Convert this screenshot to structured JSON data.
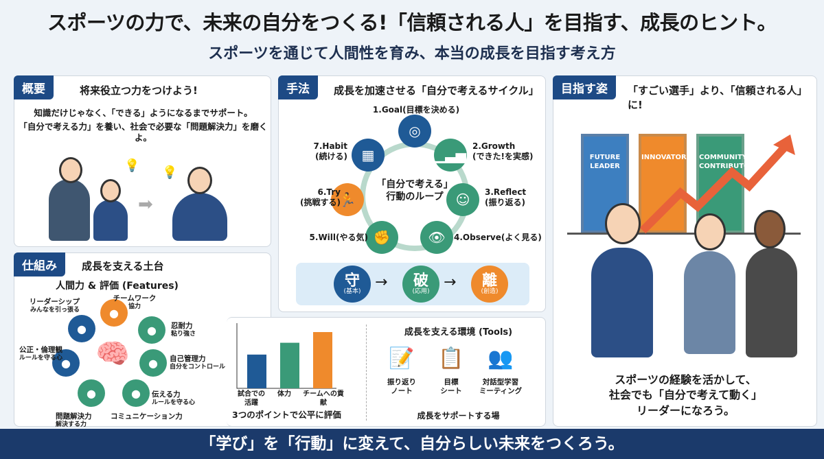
{
  "header": {
    "title": "スポーツの力で、未来の自分をつくる!「信頼される人」を目指す、成長のヒント。",
    "subtitle": "スポーツを通じて人間性を育み、本当の成長を目指す考え方"
  },
  "overview": {
    "tag": "概要",
    "title": "将来役立つ力をつけよう!",
    "line1": "知識だけじゃなく、「できる」ようになるまでサポート。",
    "line2": "「自分で考える力」を養い、社会で必要な「問題解決力」を磨くよ。"
  },
  "method": {
    "tag": "手法",
    "title": "成長を加速させる「自分で考えるサイクル」",
    "center": "「自分で考える」\n行動のループ",
    "steps": [
      {
        "label": "1.Goal(目標を決める)",
        "icon": "target-icon",
        "color": "#1f5a96"
      },
      {
        "label": "2.Growth\n(できた!を実感)",
        "icon": "bar-growth-icon",
        "color": "#3a9a78"
      },
      {
        "label": "3.Reflect\n(振り返る)",
        "icon": "head-icon",
        "color": "#3a9a78"
      },
      {
        "label": "4.Observe(よく見る)",
        "icon": "eye-icon",
        "color": "#3a9a78"
      },
      {
        "label": "5.Will(やる気)",
        "icon": "fist-icon",
        "color": "#3a9a78"
      },
      {
        "label": "6.Try\n(挑戦する)",
        "icon": "runner-icon",
        "color": "#ef8a2c"
      },
      {
        "label": "7.Habit\n(続ける)",
        "icon": "calendar-icon",
        "color": "#1f5a96"
      }
    ],
    "shuhari": [
      {
        "kanji": "守",
        "sub": "(基本)"
      },
      {
        "kanji": "破",
        "sub": "(応用)"
      },
      {
        "kanji": "離",
        "sub": "(創造)"
      }
    ]
  },
  "mechanism": {
    "tag": "仕組み",
    "title": "成長を支える土台",
    "subtitle": "人間力 & 評価 (Features)",
    "features": [
      {
        "label": "チームワーク",
        "sub": "協力"
      },
      {
        "label": "忍耐力",
        "sub": "粘り強さ"
      },
      {
        "label": "自己管理力",
        "sub": "自分をコントロール"
      },
      {
        "label": "伝える力",
        "sub": "ルールを守る心"
      },
      {
        "label": "コミュニケーション力",
        "sub": ""
      },
      {
        "label": "問題解決力",
        "sub": "解決する力"
      },
      {
        "label": "公正・倫理観",
        "sub": "ルールを守る心"
      },
      {
        "label": "リーダーシップ",
        "sub": "みんなを引っ張る"
      }
    ],
    "chart_caption": "3つのポイントで公平に評価"
  },
  "chart_data": {
    "type": "bar",
    "categories": [
      "試合での活躍",
      "体力",
      "チームへの貢献"
    ],
    "values": [
      60,
      81,
      100
    ],
    "colors": [
      "#1f5a96",
      "#3a9a78",
      "#ef8a2c"
    ],
    "title": "",
    "xlabel": "",
    "ylabel": ""
  },
  "tools": {
    "title": "成長を支える環境 (Tools)",
    "items": [
      {
        "label": "振り返り\nノート",
        "icon": "notebook-icon"
      },
      {
        "label": "目標\nシート",
        "icon": "clipboard-icon"
      },
      {
        "label": "対話型学習\nミーティング",
        "icon": "people-icon"
      }
    ],
    "caption": "成長をサポートする場"
  },
  "goal": {
    "tag": "目指す姿",
    "title": "「すごい選手」より、「信頼される人」に!",
    "doors": [
      "FUTURE\nLEADER",
      "INNOVATOR",
      "COMMUNITY\nCONTRIBUTOR"
    ],
    "message": "スポーツの経験を活かして、\n社会でも「自分で考えて動く」\nリーダーになろう。"
  },
  "footer": {
    "text": "「学び」を「行動」に変えて、自分らしい未来をつくろう。"
  },
  "colors": {
    "navy": "#1d4a85",
    "green": "#3a9a78",
    "orange": "#ef8a2c"
  }
}
